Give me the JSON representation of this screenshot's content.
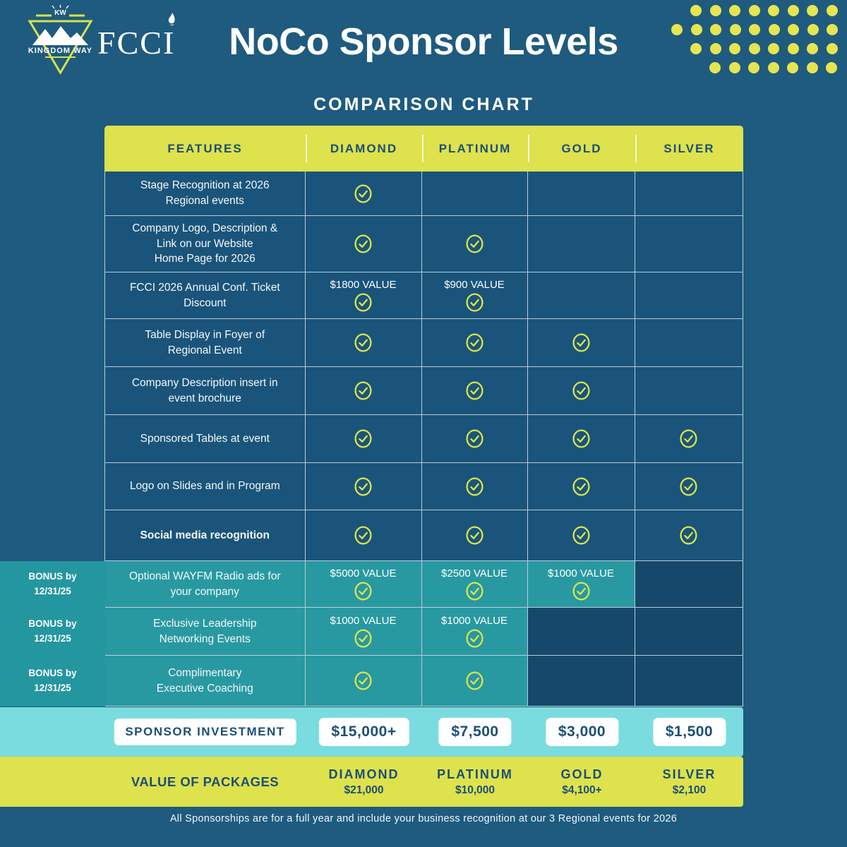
{
  "header": {
    "kingdom_way_label": "KINGDOM WAY",
    "kw_monogram": "KW",
    "fcci_label": "FCCI",
    "title": "NoCo Sponsor Levels"
  },
  "section_heading": "COMPARISON CHART",
  "icons": {
    "check": "check-circle-icon",
    "flame": "flame-icon",
    "logo_triangle": "kingdom-way-logo",
    "dots": "dots-decoration"
  },
  "colors": {
    "background": "#1e5b7e",
    "cell": "#1a547a",
    "bonus_empty_cell": "#15486b",
    "bonus_teal": "#2899a1",
    "accent_yellow": "#dde24d",
    "investment_cyan": "#7adcdf",
    "navy_text": "#1c4e76",
    "check_yellow": "#dbe54e"
  },
  "chart_data": {
    "type": "table",
    "title": "NoCo Sponsor Levels",
    "subtitle": "COMPARISON CHART",
    "columns": [
      "FEATURES",
      "DIAMOND",
      "PLATINUM",
      "GOLD",
      "SILVER"
    ],
    "rows": [
      {
        "feature": "Stage Recognition at 2026\nRegional events",
        "cells": [
          {
            "check": true
          },
          {},
          {},
          {}
        ]
      },
      {
        "feature": "Company Logo, Description &\nLink on our Website\nHome Page for 2026",
        "cells": [
          {
            "check": true
          },
          {
            "check": true
          },
          {},
          {}
        ]
      },
      {
        "feature": "FCCI 2026 Annual Conf. Ticket\nDiscount",
        "cells": [
          {
            "value": "$1800 VALUE",
            "check": true
          },
          {
            "value": "$900 VALUE",
            "check": true
          },
          {},
          {}
        ]
      },
      {
        "feature": "Table Display in Foyer of\nRegional Event",
        "cells": [
          {
            "check": true
          },
          {
            "check": true
          },
          {
            "check": true
          },
          {}
        ]
      },
      {
        "feature": "Company Description insert in\nevent brochure",
        "cells": [
          {
            "check": true
          },
          {
            "check": true
          },
          {
            "check": true
          },
          {}
        ]
      },
      {
        "feature": "Sponsored Tables at event",
        "cells": [
          {
            "check": true
          },
          {
            "check": true
          },
          {
            "check": true
          },
          {
            "check": true
          }
        ]
      },
      {
        "feature": "Logo on Slides and in Program",
        "cells": [
          {
            "check": true
          },
          {
            "check": true
          },
          {
            "check": true
          },
          {
            "check": true
          }
        ]
      },
      {
        "feature": "Social media recognition",
        "bold": true,
        "cells": [
          {
            "check": true
          },
          {
            "check": true
          },
          {
            "check": true
          },
          {
            "check": true
          }
        ]
      },
      {
        "feature": "Optional WAYFM Radio ads for\nyour company",
        "bonus": true,
        "bonus_note": [
          "BONUS by",
          "12/31/25"
        ],
        "cells": [
          {
            "value": "$5000 VALUE",
            "check": true
          },
          {
            "value": "$2500 VALUE",
            "check": true
          },
          {
            "value": "$1000 VALUE",
            "check": true
          },
          {}
        ]
      },
      {
        "feature": "Exclusive Leadership\nNetworking Events",
        "bonus": true,
        "bonus_note": [
          "BONUS by",
          "12/31/25"
        ],
        "cells": [
          {
            "value": "$1000 VALUE",
            "check": true
          },
          {
            "value": "$1000 VALUE",
            "check": true
          },
          {},
          {}
        ]
      },
      {
        "feature": "Complimentary\nExecutive Coaching",
        "bonus": true,
        "bonus_note": [
          "BONUS by",
          "12/31/25"
        ],
        "cells": [
          {
            "check": true
          },
          {
            "check": true
          },
          {},
          {}
        ]
      }
    ],
    "investment": {
      "label": "SPONSOR INVESTMENT",
      "values": [
        "$15,000+",
        "$7,500",
        "$3,000",
        "$1,500"
      ]
    },
    "packages": {
      "label": "VALUE OF PACKAGES",
      "tiers": [
        {
          "name": "DIAMOND",
          "value": "$21,000"
        },
        {
          "name": "PLATINUM",
          "value": "$10,000"
        },
        {
          "name": "GOLD",
          "value": "$4,100+"
        },
        {
          "name": "SILVER",
          "value": "$2,100"
        }
      ]
    }
  },
  "footer": "All Sponsorships are for a full year and include your business recognition at our 3 Regional events for 2026"
}
